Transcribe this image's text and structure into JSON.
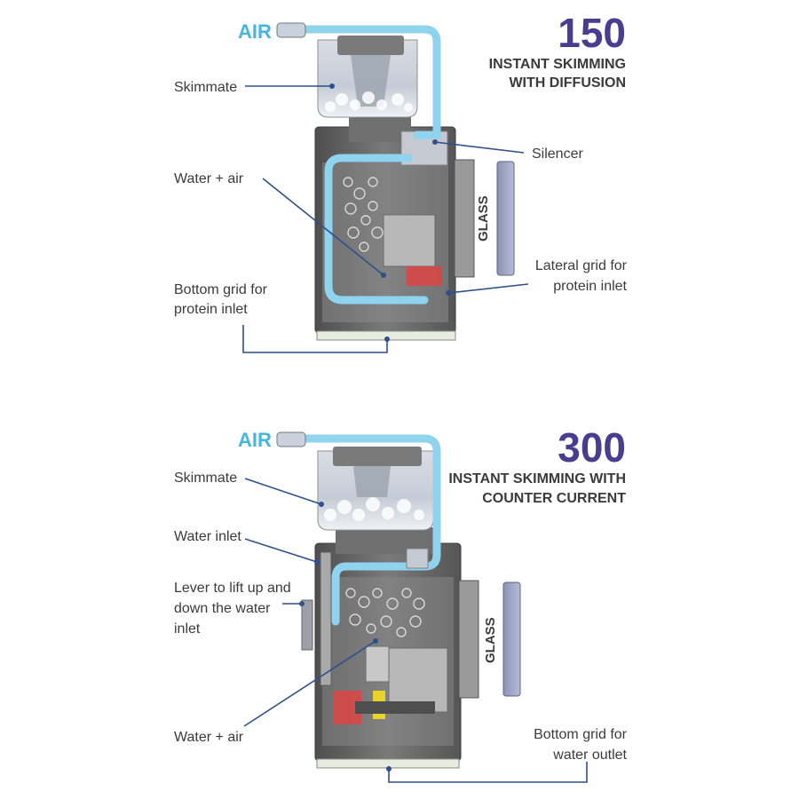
{
  "upper": {
    "model_number": "150",
    "model_desc_line1": "INSTANT SKIMMING",
    "model_desc_line2": "WITH DIFFUSION",
    "air_label": "AIR",
    "glass_label": "GLASS",
    "labels": {
      "skimmate": "Skimmate",
      "water_air": "Water + air",
      "bottom_grid_line1": "Bottom grid for",
      "bottom_grid_line2": "protein inlet",
      "silencer": "Silencer",
      "lateral_grid_line1": "Lateral grid for",
      "lateral_grid_line2": "protein inlet"
    }
  },
  "lower": {
    "model_number": "300",
    "model_desc_line1": "INSTANT SKIMMING WITH",
    "model_desc_line2": "COUNTER CURRENT",
    "air_label": "AIR",
    "glass_label": "GLASS",
    "labels": {
      "skimmate": "Skimmate",
      "water_inlet": "Water inlet",
      "lever_line1": "Lever to lift up and",
      "lever_line2": "down the water",
      "lever_line3": "inlet",
      "water_air": "Water + air",
      "bottom_grid_line1": "Bottom grid for",
      "bottom_grid_line2": "water outlet"
    }
  },
  "colors": {
    "air_blue": "#45b6dd",
    "model_purple": "#4a3d8f",
    "leader_blue": "#2f4f8f",
    "body_gray": "#6d6d6d"
  }
}
